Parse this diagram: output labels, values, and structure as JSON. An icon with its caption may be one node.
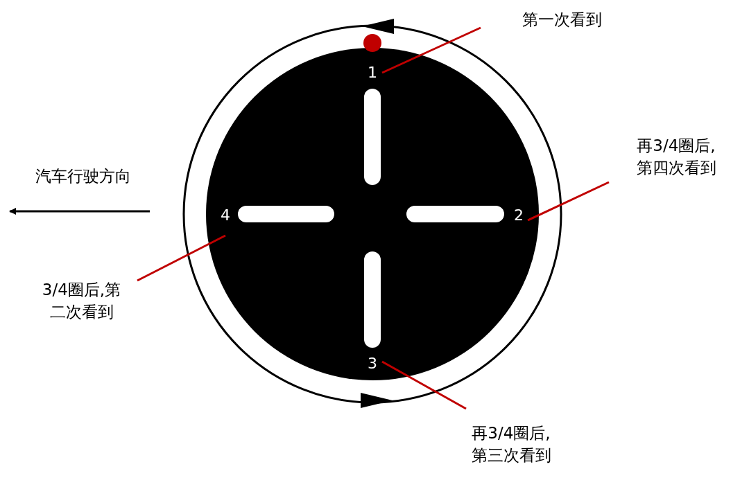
{
  "diagram": {
    "nodes": [
      {
        "text": [
          "1"
        ]
      },
      {
        "text": [
          "第一次看到"
        ]
      },
      {
        "text": [
          "2"
        ]
      },
      {
        "text": [
          "再3/4圈后,第四次看到"
        ]
      },
      {
        "text": [
          "3"
        ]
      },
      {
        "text": [
          "再3/4圈后,第三次看到"
        ]
      },
      {
        "text": [
          "4"
        ]
      },
      {
        "text": [
          "3/4圈后,第二次看到"
        ]
      }
    ],
    "edges": [
      {
        "from": 1,
        "to": 0,
        "arrow": "none"
      },
      {
        "from": 3,
        "to": 2,
        "arrow": "none"
      },
      {
        "from": 5,
        "to": 4,
        "arrow": "none"
      },
      {
        "from": 7,
        "to": 6,
        "arrow": "none"
      }
    ],
    "labels": [
      "汽车行驶方向"
    ]
  }
}
